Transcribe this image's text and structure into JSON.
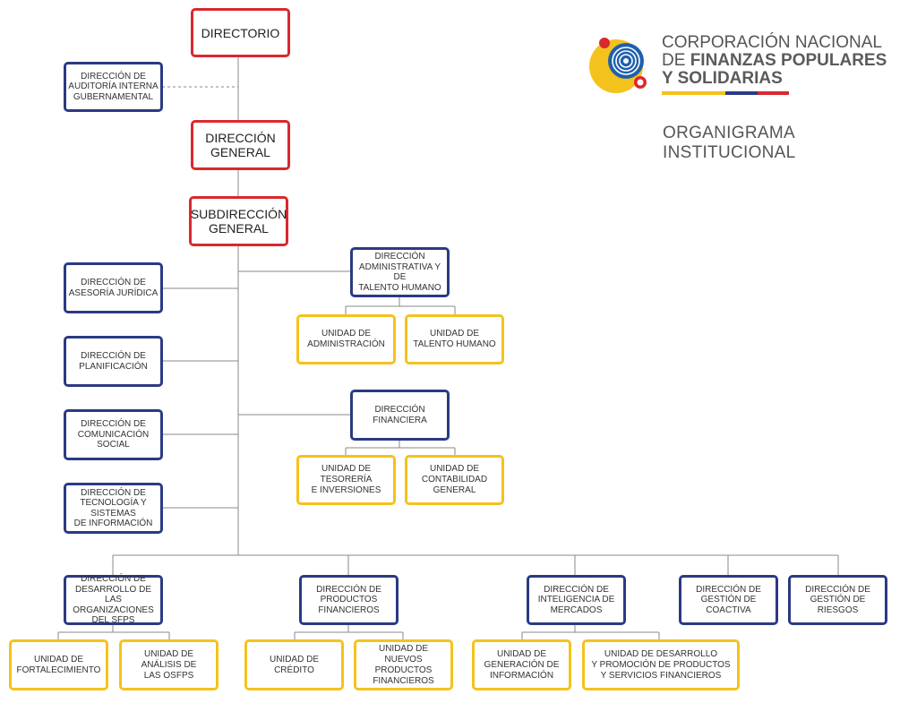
{
  "header": {
    "org_line1": "CORPORACIÓN NACIONAL",
    "org_line2_prefix": "DE ",
    "org_line2_bold": "FINANZAS POPULARES",
    "org_line3": "Y SOLIDARIAS",
    "subtitle": "ORGANIGRAMA INSTITUCIONAL"
  },
  "colors": {
    "level1_border": "#d9282e",
    "level2_border": "#2b3a83",
    "level3_border": "#f4c21d",
    "flag_yellow": "#f4c21d",
    "flag_blue": "#2b3a83",
    "flag_red": "#d9282e"
  },
  "nodes": {
    "directorio": "DIRECTORIO",
    "auditoria": "DIRECCIÓN DE\nAUDITORÍA INTERNA\nGUBERNAMENTAL",
    "direccion_general": "DIRECCIÓN\nGENERAL",
    "subdireccion_general": "SUBDIRECCIÓN\nGENERAL",
    "asesoria_juridica": "DIRECCIÓN DE\nASESORÍA JURÍDICA",
    "planificacion": "DIRECCIÓN DE\nPLANIFICACIÓN",
    "comunicacion": "DIRECCIÓN DE\nCOMUNICACIÓN\nSOCIAL",
    "tecnologia": "DIRECCIÓN DE\nTECNOLOGÍA Y SISTEMAS\nDE INFORMACIÓN",
    "administrativa": "DIRECCIÓN\nADMINISTRATIVA Y DE\nTALENTO HUMANO",
    "u_administracion": "UNIDAD DE\nADMINISTRACIÓN",
    "u_talento": "UNIDAD DE\nTALENTO HUMANO",
    "financiera": "DIRECCIÓN\nFINANCIERA",
    "u_tesoreria": "UNIDAD DE\nTESORERÍA\nE INVERSIONES",
    "u_contabilidad": "UNIDAD DE\nCONTABILIDAD\nGENERAL",
    "desarrollo": "DIRECCIÓN DE\nDESARROLLO DE LAS\nORGANIZACIONES\nDEL SFPS",
    "productos": "DIRECCIÓN DE\nPRODUCTOS\nFINANCIEROS",
    "inteligencia": "DIRECCIÓN DE\nINTELIGENCIA DE\nMERCADOS",
    "coactiva": "DIRECCIÓN DE\nGESTIÓN DE COACTIVA",
    "riesgos": "DIRECCIÓN DE\nGESTIÓN DE RIESGOS",
    "u_fortalecimiento": "UNIDAD DE\nFORTALECIMIENTO",
    "u_analisis": "UNIDAD DE\nANÁLISIS DE\nLAS OSFPS",
    "u_credito": "UNIDAD DE\nCRÉDITO",
    "u_nuevos": "UNIDAD DE\nNUEVOS PRODUCTOS\nFINANCIEROS",
    "u_generacion": "UNIDAD DE\nGENERACIÓN DE\nINFORMACIÓN",
    "u_promocion": "UNIDAD DE DESARROLLO\nY PROMOCIÓN DE PRODUCTOS\nY SERVICIOS FINANCIEROS"
  }
}
